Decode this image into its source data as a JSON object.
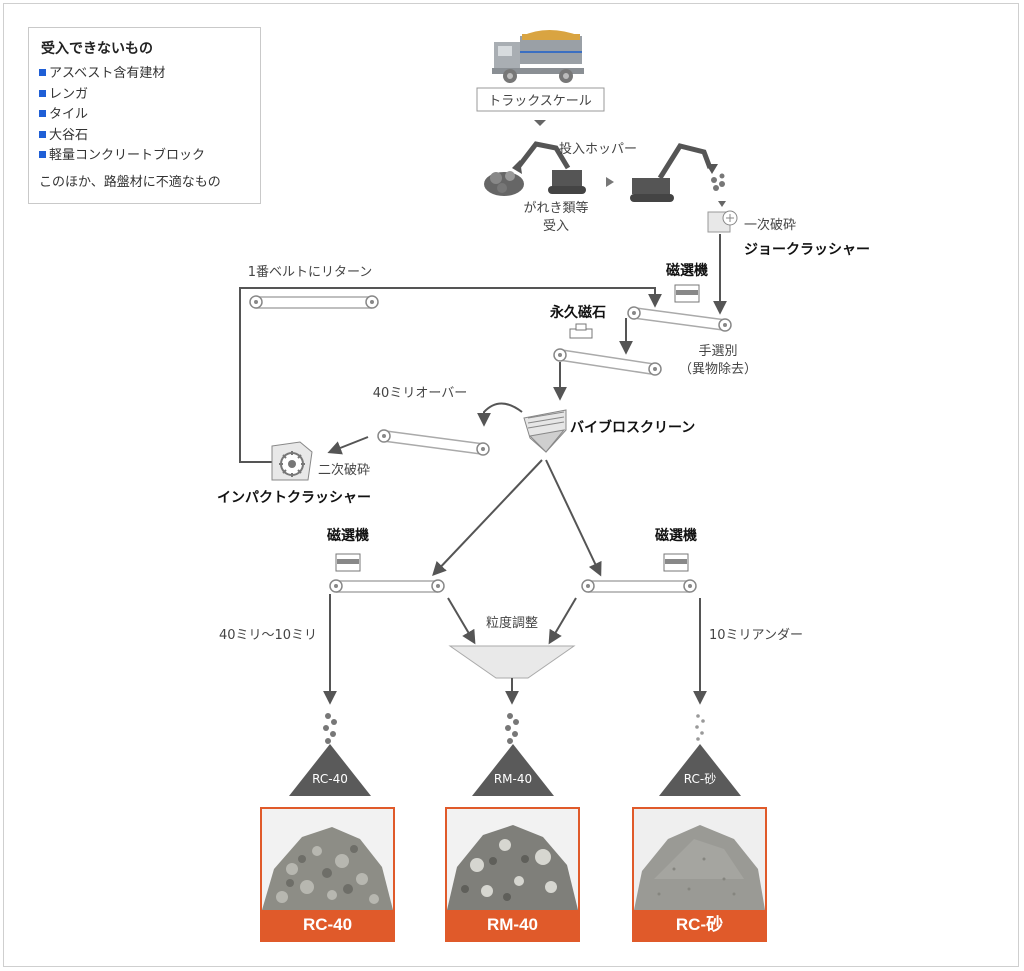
{
  "legend": {
    "title": "受入できないもの",
    "items": [
      "アスベスト含有建材",
      "レンガ",
      "タイル",
      "大谷石",
      "軽量コンクリートブロック"
    ],
    "note": "このほか、路盤材に不適なもの"
  },
  "labels": {
    "truck_scale": "トラックスケール",
    "hopper": "投入ホッパー",
    "rubble_intake_1": "がれき類等",
    "rubble_intake_2": "受入",
    "primary_crush": "一次破砕",
    "jaw_crusher": "ジョークラッシャー",
    "magnet_top": "磁選機",
    "permanent_magnet": "永久磁石",
    "hand_sort_1": "手選別",
    "hand_sort_2": "（異物除去）",
    "return_belt": "1番ベルトにリターン",
    "over40": "40ミリオーバー",
    "vibro_screen": "バイブロスクリーン",
    "secondary_crush": "二次破砕",
    "impact_crusher": "インパクトクラッシャー",
    "magnet_left": "磁選機",
    "magnet_right": "磁選機",
    "range_40_10": "40ミリ〜10ミリ",
    "grain_adjust": "粒度調整",
    "under10": "10ミリアンダー"
  },
  "piles": [
    "RC-40",
    "RM-40",
    "RC-砂"
  ],
  "photos": [
    "RC-40",
    "RM-40",
    "RC-砂"
  ],
  "colors": {
    "legend_bullet": "#1f5fd6",
    "product_accent": "#e05a2a",
    "pile_fill": "#5a5a5a",
    "flow_arrow": "#5a5a5a"
  }
}
